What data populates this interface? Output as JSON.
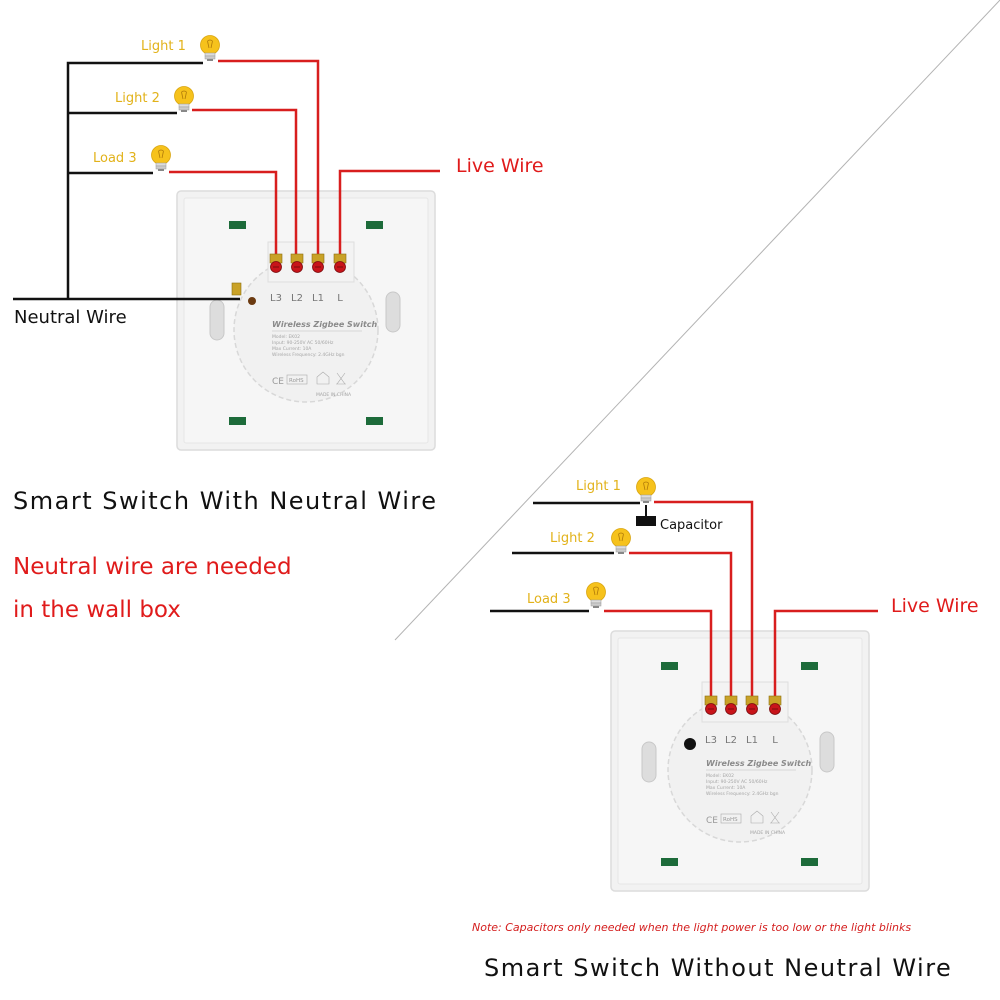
{
  "top_panel": {
    "lamps": [
      {
        "label": "Light 1"
      },
      {
        "label": "Light 2"
      },
      {
        "label": "Load 3"
      }
    ],
    "live_wire": "Live Wire",
    "neutral_wire": "Neutral Wire",
    "terminals": [
      "L3",
      "L2",
      "L1",
      "L"
    ],
    "device": {
      "title": "Wireless Zigbee Switch",
      "specs": [
        "Model: EK02",
        "Input: 90-250V AC 50/60Hz",
        "Max Current: 10A",
        "Wireless Frequency: 2.4GHz bgn"
      ],
      "marks": [
        "CE",
        "RoHS",
        "MADE IN CHINA"
      ]
    },
    "caption": "Smart Switch With Neutral Wire",
    "note_line1": "Neutral wire are needed",
    "note_line2": "in the wall box"
  },
  "bottom_panel": {
    "lamps": [
      {
        "label": "Light 1"
      },
      {
        "label": "Light 2"
      },
      {
        "label": "Load 3"
      }
    ],
    "capacitor": "Capacitor",
    "live_wire": "Live Wire",
    "terminals": [
      "L3",
      "L2",
      "L1",
      "L"
    ],
    "device": {
      "title": "Wireless Zigbee Switch",
      "specs": [
        "Model: EK02",
        "Input: 90-250V AC 50/60Hz",
        "Max Current: 10A",
        "Wireless Frequency: 2.4GHz bgn"
      ],
      "marks": [
        "CE",
        "RoHS",
        "MADE IN CHINA"
      ]
    },
    "note": "Note: Capacitors only needed when the light power is too low or the light blinks",
    "caption": "Smart Switch Without Neutral Wire"
  },
  "colors": {
    "live": "#d81e1e",
    "neutral": "#111111",
    "lamp_label": "#e2b21a",
    "bulb": "#f6c21c"
  }
}
